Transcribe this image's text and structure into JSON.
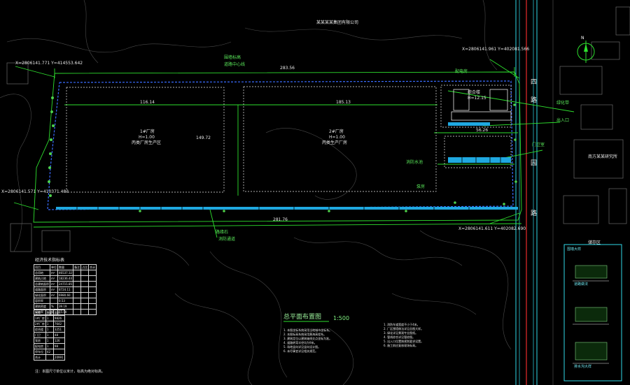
{
  "plan": {
    "title": "总平面布置图",
    "scale": "1:500",
    "owner": "某某某某集团有限公司",
    "north_label": "N",
    "roads": [
      "四",
      "路",
      "园",
      "路"
    ],
    "neighbor": "南方某某研究所",
    "neighbor2": "储存区",
    "coords": [
      "X=2806141.771 Y=414553.642",
      "X=2806141.961 Y=402081.566",
      "X=2806141.571 Y=410371.483",
      "X=2806141.611 Y=402082.690"
    ],
    "dims": [
      "283.56",
      "116.14",
      "185.13",
      "56.26",
      "281.76",
      "149.72"
    ],
    "zones": [
      {
        "name": "1#厂房",
        "hval": "H=1.00",
        "note": "丙类厂房生产区"
      },
      {
        "name": "2#厂房",
        "hval": "H=1.00",
        "note": "丙类生产厂房"
      },
      {
        "name": "综合楼",
        "hval": "H=12.15",
        "note": ""
      }
    ],
    "callouts": [
      "围墙标高",
      "道路中心线",
      "路缘石",
      "消防通道",
      "绿化带",
      "出入口",
      "配电房",
      "门卫室",
      "消防水池",
      "泵房"
    ]
  },
  "table1": {
    "title": "经济技术指标表",
    "rows": [
      [
        "项目",
        "单位",
        "数量",
        "备注",
        "占比",
        "合计"
      ],
      [
        "总用地",
        "m²",
        "46537.32",
        "",
        "",
        ""
      ],
      [
        "建筑占地",
        "m²",
        "18236.44",
        "",
        "",
        ""
      ],
      [
        "总建筑面积",
        "m²",
        "24715.85",
        "",
        "",
        ""
      ],
      [
        "道路面积",
        "m²",
        "8724.11",
        "",
        "",
        ""
      ],
      [
        "绿化面积",
        "m²",
        "6980.60",
        "",
        "",
        ""
      ],
      [
        "容积率",
        "",
        "0.53",
        "",
        "",
        ""
      ],
      [
        "建筑密度",
        "%",
        "39.19",
        "",
        "",
        ""
      ],
      [
        "绿地率",
        "%",
        "15.00",
        "",
        "",
        ""
      ]
    ]
  },
  "table2": {
    "rows": [
      [
        "名称",
        "数量",
        "面积"
      ],
      [
        "1#厂房",
        "1",
        "9826"
      ],
      [
        "2#厂房",
        "1",
        "7642"
      ],
      [
        "综合楼",
        "1",
        "3251"
      ],
      [
        "门卫",
        "1",
        "48"
      ],
      [
        "泵房",
        "1",
        "126"
      ],
      [
        "配电房",
        "1",
        "98"
      ],
      [
        "停车位",
        "42",
        ""
      ],
      [
        "合计",
        "",
        "20991"
      ]
    ],
    "footnote": "注：本图尺寸单位以米计，标高为绝对标高。"
  },
  "notes_left": [
    "1. 本图坐标系统采用当地城市坐标系。",
    "2. 本图标高系统采用黄海高程系。",
    "3. 建筑定位以建筑轴线交点坐标为准。",
    "4. 道路转弯半径均为9米。",
    "5. 场地竖向详见竖向设计图。",
    "6. 未尽事宜详见相关规范。"
  ],
  "notes_right": [
    "1. 消防车道宽度不小于4米。",
    "2. 厂区围墙做法详见总图大样。",
    "3. 绿化详见景观专业图纸。",
    "4. 管线综合详见管综图。",
    "5. 出入口位置按规划要求设置。",
    "6. 施工前应复核现场标高。"
  ],
  "details": [
    "围墙大样",
    "道路做法",
    "排水沟大样"
  ]
}
